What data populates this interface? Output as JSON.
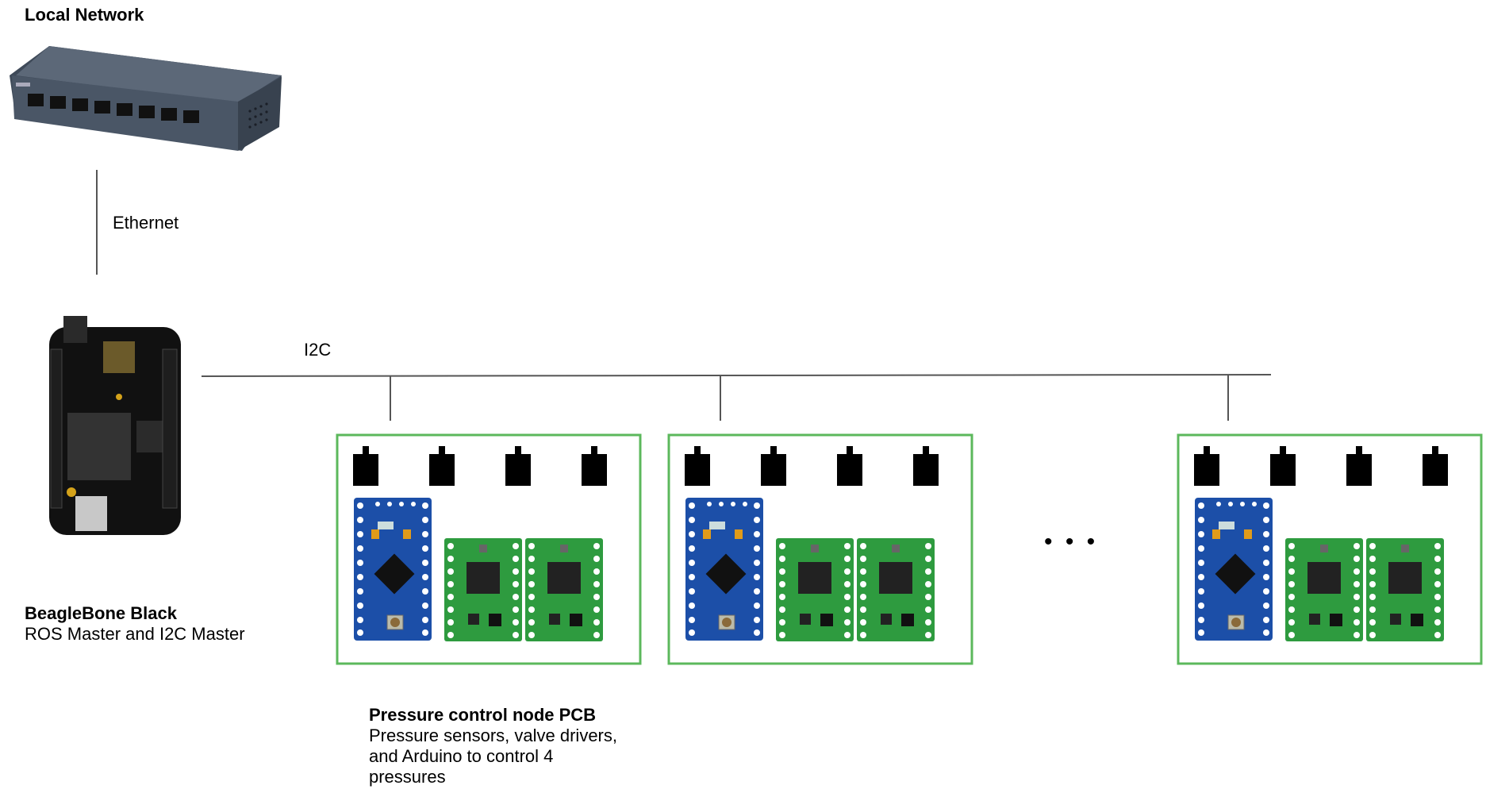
{
  "network": {
    "title": "Local Network"
  },
  "ethernet": {
    "label": "Ethernet"
  },
  "i2c": {
    "label": "I2C"
  },
  "beaglebone": {
    "title": "BeagleBone Black",
    "subtitle": "ROS Master and I2C Master"
  },
  "pcb": {
    "title": "Pressure control node PCB",
    "description_lines": [
      "Pressure sensors, valve drivers,",
      "and Arduino to control 4",
      "pressures"
    ]
  },
  "ellipsis": "•  •  •",
  "colors": {
    "node_border": "#5cb85c",
    "wire": "#555555",
    "switch_body": "#4a5666",
    "arduino_blue": "#1c4fa8",
    "driver_green": "#2e9b3f",
    "board_black": "#111111"
  },
  "node_count_visible": 3
}
